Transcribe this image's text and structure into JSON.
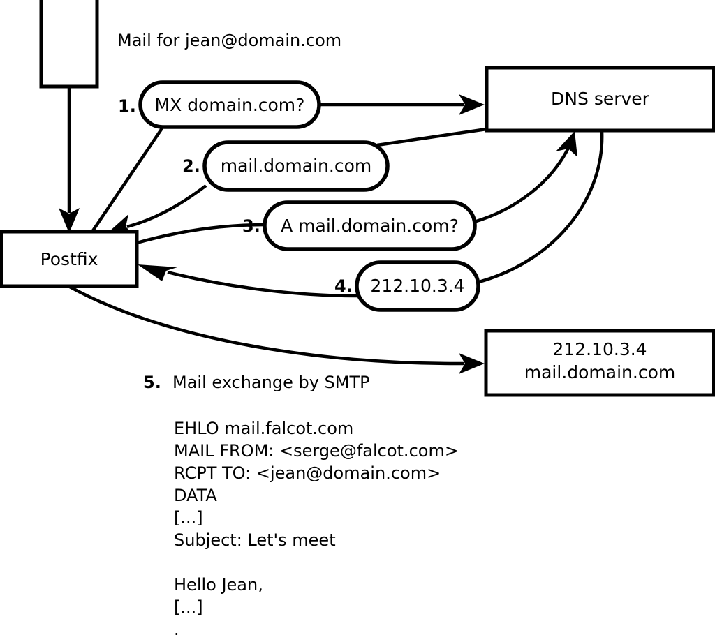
{
  "diagram": {
    "title_caption": "Mail for jean@domain.com",
    "nodes": [
      {
        "id": "mua",
        "label": "",
        "kind": "box"
      },
      {
        "id": "postfix",
        "label": "Postfix",
        "kind": "box"
      },
      {
        "id": "dns",
        "label": "DNS server",
        "kind": "box"
      },
      {
        "id": "mailserver",
        "label_line1": "212.10.3.4",
        "label_line2": "mail.domain.com",
        "kind": "box"
      }
    ],
    "steps": [
      {
        "num": "1.",
        "bubble": "MX domain.com?"
      },
      {
        "num": "2.",
        "bubble": "mail.domain.com"
      },
      {
        "num": "3.",
        "bubble": "A mail.domain.com?"
      },
      {
        "num": "4.",
        "bubble": "212.10.3.4"
      },
      {
        "num": "5.",
        "label": "Mail exchange by SMTP"
      }
    ],
    "transcript": [
      "EHLO mail.falcot.com",
      "MAIL FROM: <serge@falcot.com>",
      "RCPT TO: <jean@domain.com>",
      "DATA",
      "[...]",
      "Subject: Let's meet",
      "",
      "Hello Jean,",
      "[...]",
      "."
    ],
    "colors": {
      "stroke": "#000000",
      "fill": "#ffffff",
      "text": "#000000"
    }
  }
}
